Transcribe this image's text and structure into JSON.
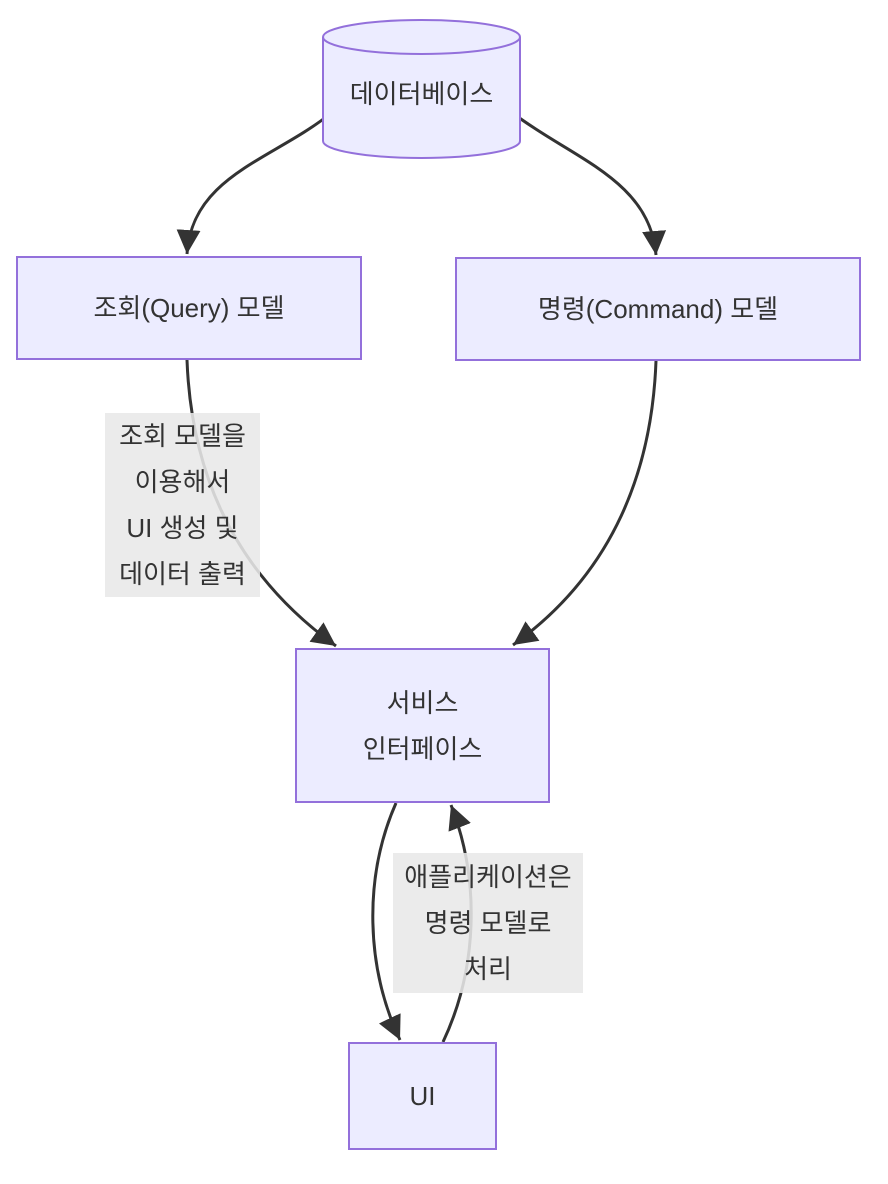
{
  "diagram": {
    "kind": "flowchart",
    "direction": "top-to-bottom"
  },
  "nodes": {
    "database": {
      "label": "데이터베이스",
      "shape": "cylinder"
    },
    "query": {
      "label": "조회(Query) 모델",
      "shape": "rect"
    },
    "command": {
      "label": "명령(Command) 모델",
      "shape": "rect"
    },
    "service": {
      "label": "서비스\n인터페이스",
      "shape": "rect"
    },
    "ui": {
      "label": "UI",
      "shape": "rect"
    }
  },
  "edges": [
    {
      "from": "database",
      "to": "query",
      "label": ""
    },
    {
      "from": "database",
      "to": "command",
      "label": ""
    },
    {
      "from": "query",
      "to": "service",
      "label": "조회 모델을\n이용해서\nUI 생성 및\n데이터 출력"
    },
    {
      "from": "command",
      "to": "service",
      "label": ""
    },
    {
      "from": "service",
      "to": "ui",
      "label": ""
    },
    {
      "from": "ui",
      "to": "service",
      "label": "애플리케이션은\n명령 모델로\n처리"
    }
  ],
  "colors": {
    "node_fill": "#ECECFF",
    "node_border": "#9370DB",
    "edge_color": "#333333",
    "edge_label_bg": "#e8e8e8",
    "text_color": "#333333",
    "background": "#ffffff"
  }
}
